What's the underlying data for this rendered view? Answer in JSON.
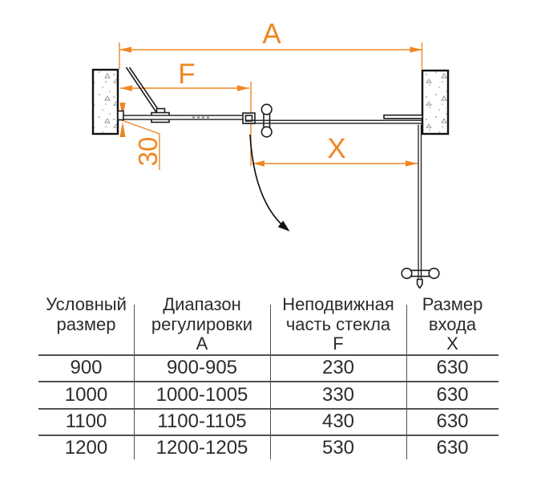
{
  "colors": {
    "accent": "#EE8722",
    "ink": "#1C1C1C",
    "table-line": "#515153",
    "text": "#2C2C2E"
  },
  "diagram": {
    "labels": {
      "overall_width": "A",
      "fixed_part": "F",
      "entrance": "X",
      "wall_profile_offset": "30"
    }
  },
  "table": {
    "columns": [
      {
        "lines": [
          "Условный",
          "размер"
        ]
      },
      {
        "lines": [
          "Диапазон",
          "регулировки",
          "А"
        ]
      },
      {
        "lines": [
          "Неподвижная",
          "часть стекла",
          "F"
        ]
      },
      {
        "lines": [
          "Размер",
          "входа",
          "Х"
        ]
      }
    ],
    "rows": [
      [
        "900",
        "900-905",
        "230",
        "630"
      ],
      [
        "1000",
        "1000-1005",
        "330",
        "630"
      ],
      [
        "1100",
        "1100-1105",
        "430",
        "630"
      ],
      [
        "1200",
        "1200-1205",
        "530",
        "630"
      ]
    ]
  }
}
